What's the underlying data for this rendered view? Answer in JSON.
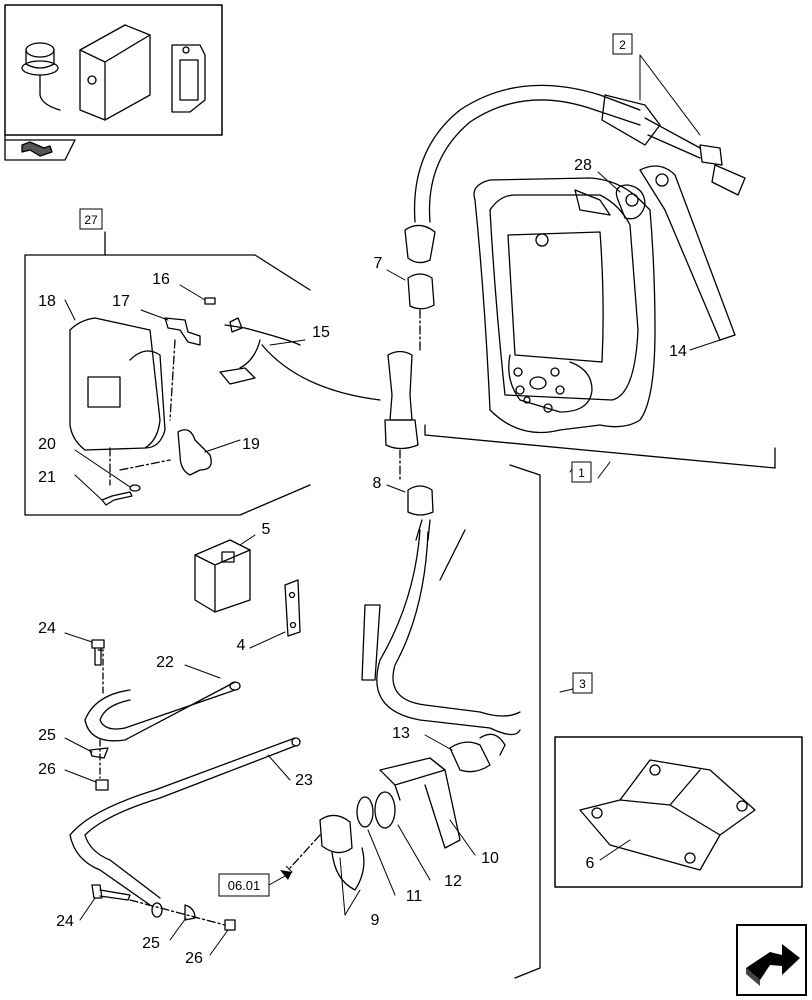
{
  "callouts": {
    "c1": "1",
    "c2": "2",
    "c3": "3",
    "c4": "4",
    "c5": "5",
    "c6": "6",
    "c7": "7",
    "c8": "8",
    "c9": "9",
    "c10": "10",
    "c11": "11",
    "c12": "12",
    "c13": "13",
    "c14": "14",
    "c15": "15",
    "c16": "16",
    "c17": "17",
    "c18": "18",
    "c19": "19",
    "c20": "20",
    "c21": "21",
    "c22": "22",
    "c23": "23",
    "c24a": "24",
    "c24b": "24",
    "c25a": "25",
    "c25b": "25",
    "c26a": "26",
    "c26b": "26",
    "c27": "27",
    "c28": "28"
  },
  "reference": "06.01",
  "icons": {
    "thumbnail": "parts-thumbnail-icon",
    "prev_page": "previous-page-arrow-icon",
    "next_page": "next-page-arrow-icon"
  }
}
